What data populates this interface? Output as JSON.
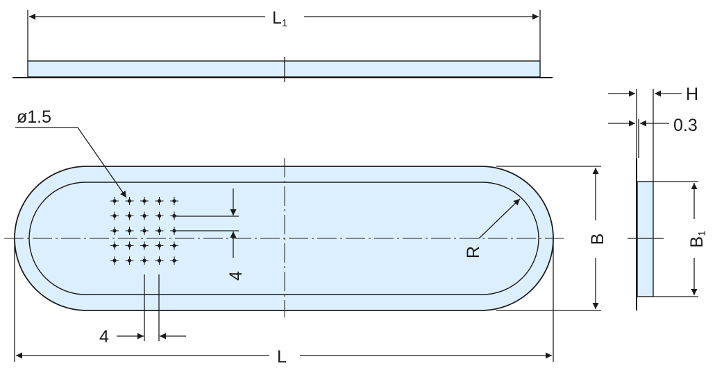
{
  "colors": {
    "fill": "#dcefff",
    "line": "#1b1b1b"
  },
  "labels": {
    "l1_main": "L",
    "l1_sub": "1",
    "l": "L",
    "hole_dia": "ø1.5",
    "pitch_vertical": "4",
    "pitch_horizontal": "4",
    "radius": "R",
    "b": "B",
    "b1_main": "B",
    "b1_sub": "1",
    "h": "H",
    "thickness": "0.3"
  },
  "hole_grid": {
    "rows": 5,
    "cols": 5
  }
}
